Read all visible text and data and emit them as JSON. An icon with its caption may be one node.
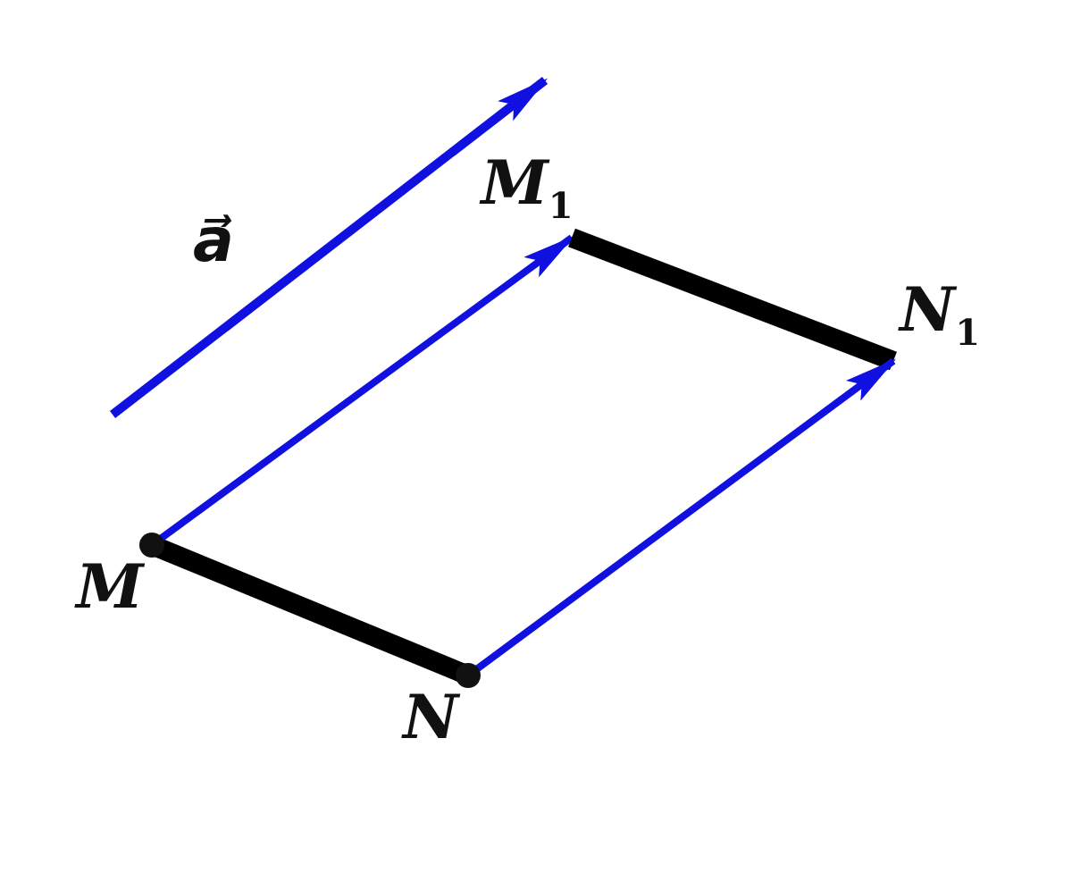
{
  "diagram": {
    "nodes": [
      {
        "text": [
          "M"
        ]
      },
      {
        "text": [
          "N"
        ]
      },
      {
        "text": [
          "M$_{1}$"
        ]
      },
      {
        "text": [
          "N$_{1}$"
        ]
      }
    ],
    "edges": [
      {
        "from": 0,
        "to": 1,
        "arrow": "none",
        "style": "thick",
        "color": "#000000"
      },
      {
        "from": 0,
        "to": 2,
        "arrow": "to",
        "color": "#1010e0"
      },
      {
        "from": 2,
        "to": 3,
        "arrow": "none",
        "style": "thick",
        "color": "#000000"
      },
      {
        "from": 1,
        "to": 3,
        "arrow": "to",
        "color": "#1010e0"
      }
    ],
    "labels": [
      "a⃗"
    ]
  }
}
